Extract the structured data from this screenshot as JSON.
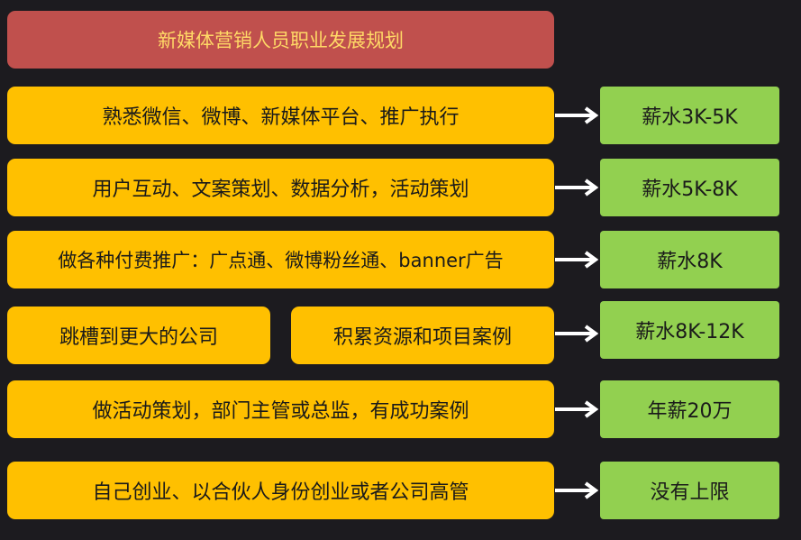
{
  "title": "新媒体营销人员职业发展规划",
  "colors": {
    "background": "#1c1b1f",
    "title": "#c0504d",
    "step": "#ffc000",
    "salary": "#92d050"
  },
  "rows": [
    {
      "step": "熟悉微信、微博、新媒体平台、推广执行",
      "salary": "薪水3K-5K"
    },
    {
      "step": "用户互动、文案策划、数据分析，活动策划",
      "salary": "薪水5K-8K"
    },
    {
      "step": "做各种付费推广：广点通、微博粉丝通、banner广告",
      "salary": "薪水8K"
    },
    {
      "step_a": "跳槽到更大的公司",
      "step_b": "积累资源和项目案例",
      "salary": "薪水8K-12K"
    },
    {
      "step": "做活动策划，部门主管或总监，有成功案例",
      "salary": "年薪20万"
    },
    {
      "step": "自己创业、以合伙人身份创业或者公司高管",
      "salary": "没有上限"
    }
  ]
}
